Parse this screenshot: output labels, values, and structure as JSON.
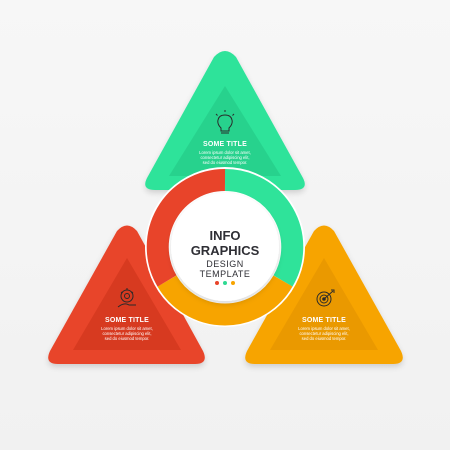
{
  "center": {
    "line1": "INFO",
    "line2": "GRAPHICS",
    "line3": "DESIGN",
    "line4": "TEMPLATE",
    "dot_colors": [
      "#e8442a",
      "#2ed992",
      "#f7a400"
    ]
  },
  "colors": {
    "green": "#2fe39a",
    "green_dark": "#23c584",
    "red": "#e8442a",
    "red_dark": "#c93118",
    "orange": "#f7a400",
    "orange_dark": "#e08f00"
  },
  "steps": [
    {
      "key": "green",
      "icon": "lightbulb-icon",
      "title": "SOME TITLE",
      "text": [
        "Lorem ipsum dolor sit amet,",
        "consectetur adipiscing elit,",
        "sed do eiusmod tempor."
      ]
    },
    {
      "key": "red",
      "icon": "gear-hand-icon",
      "title": "SOME TITLE",
      "text": [
        "Lorem ipsum dolor sit amet,",
        "consectetur adipiscing elit,",
        "sed do eiusmod tempor."
      ]
    },
    {
      "key": "orange",
      "icon": "target-icon",
      "title": "SOME TITLE",
      "text": [
        "Lorem ipsum dolor sit amet,",
        "consectetur adipiscing elit,",
        "sed do eiusmod tempor."
      ]
    }
  ]
}
